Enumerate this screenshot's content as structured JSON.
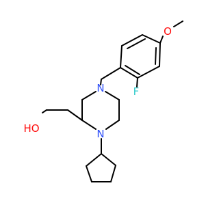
{
  "structure": {
    "atoms": {
      "n4": "N",
      "n1": "N",
      "o_hydroxyl": "HO",
      "f": "F",
      "o_methoxy": "O"
    },
    "colors": {
      "carbon_bond": "#000000",
      "nitrogen": "#3050F8",
      "oxygen": "#FF0D0D",
      "fluorine": "#33CCCC",
      "background": "#ffffff"
    }
  }
}
